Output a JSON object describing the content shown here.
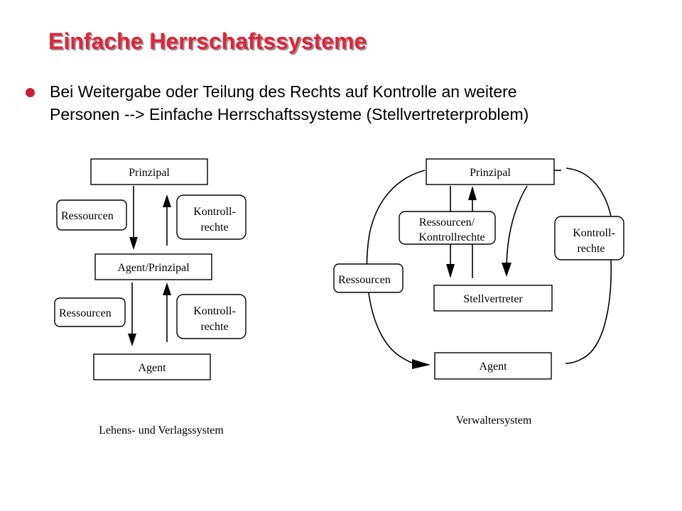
{
  "slide": {
    "title": "Einfache Herrschaftssysteme",
    "bullet": {
      "line1": "Bei Weitergabe oder Teilung des Rechts auf Kontrolle an weitere",
      "line2": "Personen --> Einfache Herrschaftssysteme (Stellvertreterproblem)"
    }
  },
  "left_diagram": {
    "prinzipal": "Prinzipal",
    "agent_prinzipal": "Agent/Prinzipal",
    "agent": "Agent",
    "ressourcen_top": "Ressourcen",
    "kontroll_top_1": "Kontroll-",
    "kontroll_top_2": "rechte",
    "ressourcen_bottom": "Ressourcen",
    "kontroll_bottom_1": "Kontroll-",
    "kontroll_bottom_2": "rechte",
    "caption": "Lehens- und Verlagssystem"
  },
  "right_diagram": {
    "prinzipal": "Prinzipal",
    "stellvertreter": "Stellvertreter",
    "agent": "Agent",
    "ressourcen_kontroll_1": "Ressourcen/",
    "ressourcen_kontroll_2": "Kontrollrechte",
    "ressourcen": "Ressourcen",
    "kontroll_1": "Kontroll-",
    "kontroll_2": "rechte",
    "caption": "Verwaltersystem"
  }
}
